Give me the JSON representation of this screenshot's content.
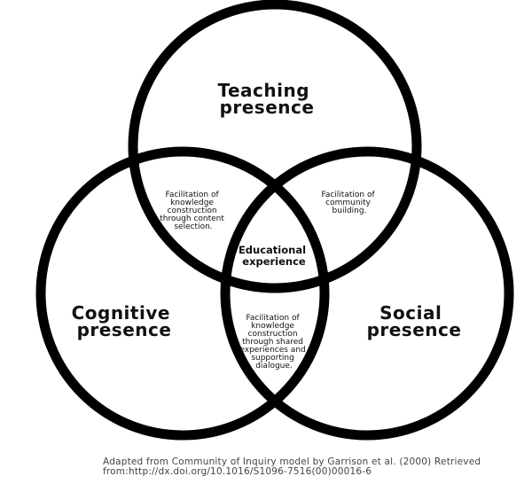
{
  "diagram": {
    "colors": {
      "stroke": "#000000",
      "text": "#111111",
      "citation": "#444444",
      "background": "#ffffff"
    },
    "sets": {
      "teaching": {
        "lines": [
          "Teaching",
          "presence"
        ]
      },
      "cognitive": {
        "lines": [
          "Cognitive",
          "presence"
        ]
      },
      "social": {
        "lines": [
          "Social",
          "presence"
        ]
      }
    },
    "intersections": {
      "teaching_cognitive": {
        "lines": [
          "Facilitation of",
          "knowledge",
          "construction",
          "through content",
          "selection."
        ]
      },
      "teaching_social": {
        "lines": [
          "Facilitation of",
          "community",
          "building."
        ]
      },
      "cognitive_social": {
        "lines": [
          "Facilitation of",
          "knowledge",
          "construction",
          "through shared",
          "experiences and",
          "supporting",
          "dialogue."
        ]
      },
      "center": {
        "lines": [
          "Educational",
          "experience"
        ]
      }
    }
  },
  "citation": {
    "lines": [
      "Adapted from  Community of Inquiry model by Garrison et al. (2000) Retrieved",
      "from:http://dx.doi.org/10.1016/S1096-7516(00)00016-6"
    ]
  }
}
